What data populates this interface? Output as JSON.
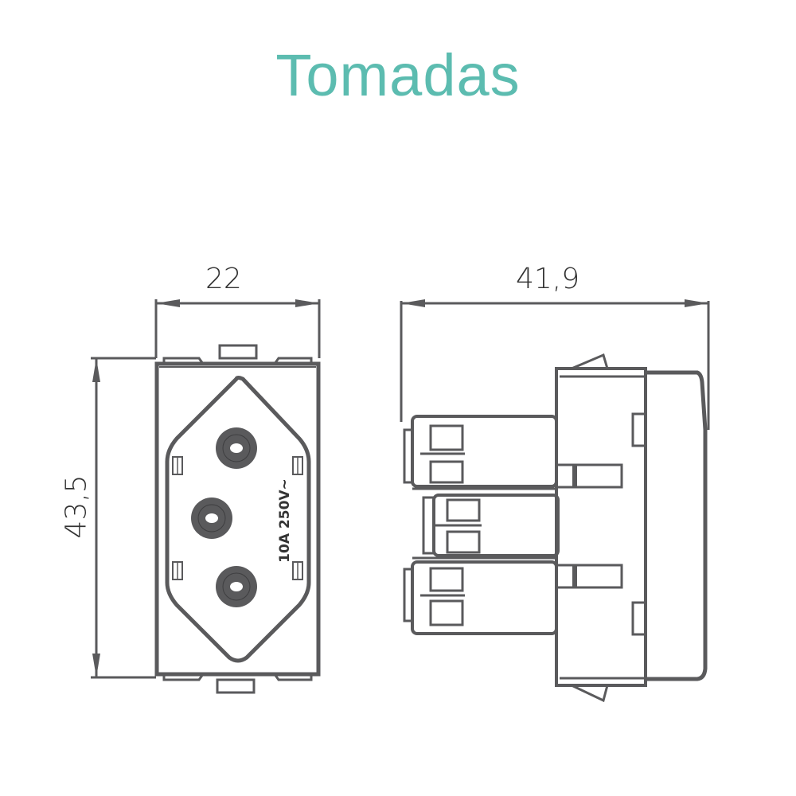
{
  "title": "Tomadas",
  "colors": {
    "title": "#5cbcb0",
    "line": "#5a5a5c"
  },
  "front_view": {
    "width_dimension": "22",
    "height_dimension": "43,5",
    "rating_label": "10A 250V~",
    "pin_holes": 3
  },
  "side_view": {
    "length_dimension": "41,9"
  }
}
